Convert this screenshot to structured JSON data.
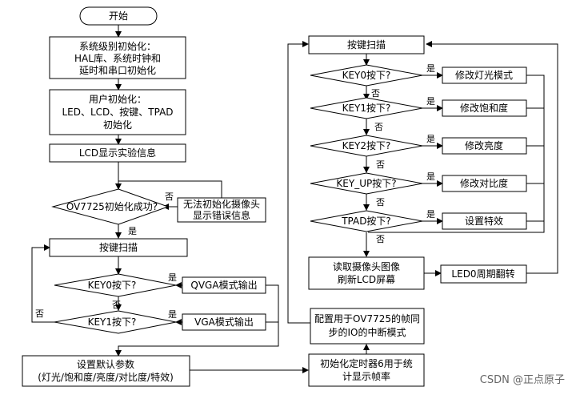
{
  "nodes": {
    "start": "开始",
    "sys_init": [
      "系统级别初始化：",
      "HAL库、系统时钟和",
      "延时和串口初始化"
    ],
    "user_init": [
      "用户初始化：",
      "LED、LCD、按键、TPAD",
      "初始化"
    ],
    "lcd_info": "LCD显示实验信息",
    "ov_ok": "OV7725初始化成功?",
    "init_fail": [
      "无法初始化摄像头",
      "显示错误信息"
    ],
    "scan_left": "按键扫描",
    "key0_left": "KEY0按下?",
    "qvga": "QVGA模式输出",
    "key1_left": "KEY1按下?",
    "vga": "VGA模式输出",
    "defaults": [
      "设置默认参数",
      "(灯光/饱和度/亮度/对比度/特效)"
    ],
    "timer6": [
      "初始化定时器6用于统",
      "计显示帧率"
    ],
    "exti": [
      "配置用于OV7725的帧同",
      "步的IO的中断模式"
    ],
    "scan_right": "按键扫描",
    "key0_right": "KEY0按下?",
    "light": "修改灯光模式",
    "key1_right": "KEY1按下?",
    "saturation": "修改饱和度",
    "key2_right": "KEY2按下?",
    "brightness": "修改亮度",
    "keyup_right": "KEY_UP按下?",
    "contrast": "修改对比度",
    "tpad_right": "TPAD按下?",
    "effect": "设置特效",
    "read_cam": [
      "读取摄像头图像",
      "刷新LCD屏幕"
    ],
    "led0": "LED0周期翻转"
  },
  "labels": {
    "yes": "是",
    "no": "否"
  },
  "watermark": "CSDN @正点原子"
}
